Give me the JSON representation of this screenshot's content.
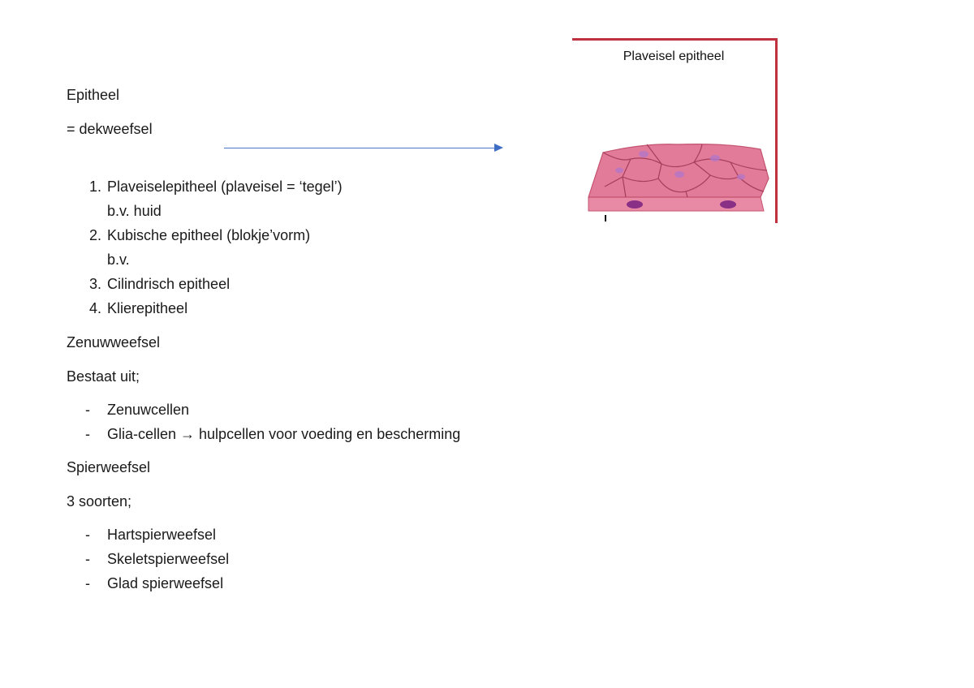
{
  "epitheel": {
    "title": "Epitheel",
    "definition": "= dekweefsel",
    "items": [
      {
        "number": "1.",
        "text": "Plaveiselepitheel (plaveisel = ‘tegel’)",
        "example": "b.v. huid"
      },
      {
        "number": "2.",
        "text": "Kubische epitheel (blokje’vorm)",
        "example": "b.v."
      },
      {
        "number": "3.",
        "text": "Cilindrisch epitheel"
      },
      {
        "number": "4.",
        "text": "Klierepitheel"
      }
    ]
  },
  "zenuwweefsel": {
    "title": "Zenuwweefsel",
    "subtitle": "Bestaat uit;",
    "items": [
      {
        "marker": "-",
        "text": "Zenuwcellen"
      },
      {
        "marker": "-",
        "text": "Glia-cellen → hulpcellen voor voeding en bescherming"
      }
    ]
  },
  "spierweefsel": {
    "title": "Spierweefsel",
    "subtitle": "3 soorten;",
    "items": [
      {
        "marker": "-",
        "text": "Hartspierweefsel"
      },
      {
        "marker": "-",
        "text": "Skeletspierweefsel"
      },
      {
        "marker": "-",
        "text": "Glad spierweefsel"
      }
    ]
  },
  "figure": {
    "title": "Plaveisel epitheel",
    "border_color": "#c0313f",
    "tissue_color": "#e07a9a",
    "nucleus_color": "#9a5bb8"
  },
  "arrow": {
    "color": "#3e6dc4"
  }
}
